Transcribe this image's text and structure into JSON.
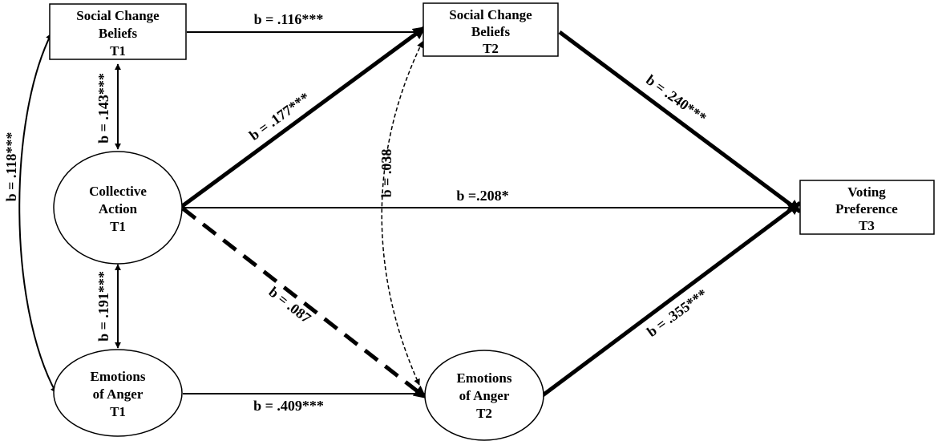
{
  "nodes": {
    "scb_t1": {
      "lines": [
        "Social Change",
        "Beliefs",
        "T1"
      ]
    },
    "scb_t2": {
      "lines": [
        "Social Change",
        "Beliefs",
        "T2"
      ]
    },
    "ca_t1": {
      "lines": [
        "Collective",
        "Action",
        "T1"
      ]
    },
    "ea_t1": {
      "lines": [
        "Emotions",
        "of Anger",
        "T1"
      ]
    },
    "ea_t2": {
      "lines": [
        "Emotions",
        "of Anger",
        "T2"
      ]
    },
    "vp_t3": {
      "lines": [
        "Voting",
        "Preference",
        "T3"
      ]
    }
  },
  "paths": {
    "scb1_scb2": "b = .116***",
    "ca1_scb2": "b = .177***",
    "scb2_vp3": "b = .240***",
    "ca1_vp3": "b =.208*",
    "ca1_ea2": "b = .087",
    "ea1_ea2": "b = .409***",
    "ea2_vp3": "b = .355***",
    "scb1_ca1": "b = .143***",
    "ca1_ea1": "b = .191***",
    "scb1_ea1": "b = .118***",
    "scb2_ea2": "b = .038"
  }
}
